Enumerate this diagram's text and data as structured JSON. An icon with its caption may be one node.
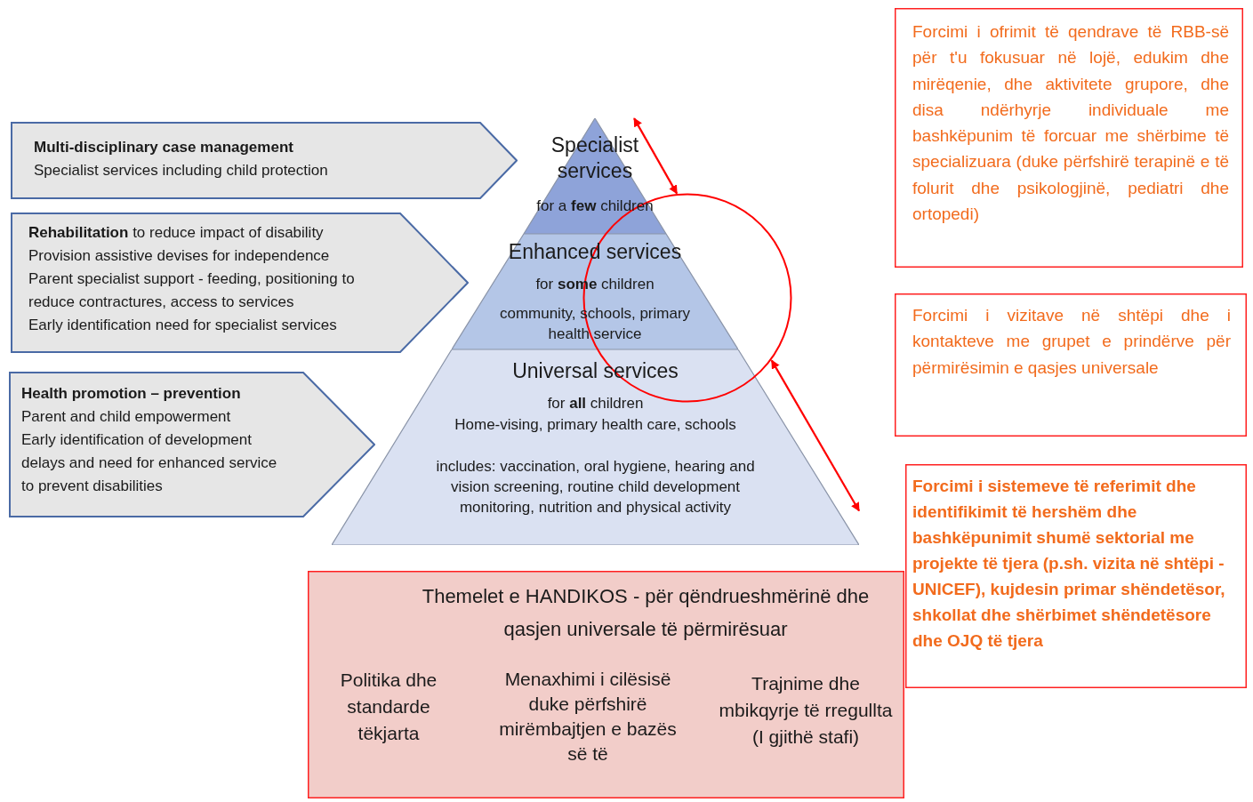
{
  "diagram": {
    "nodes": [
      {
        "text": [
          "Multi-disciplinary case management",
          "Specialist services including child protection"
        ]
      },
      {
        "text": [
          "**Rehabilitation** to reduce impact of disability",
          "Provision assistive devises for independence",
          "Parent specialist support - feeding, positioning to reduce contractures, access to services",
          "Early identification need for specialist services"
        ]
      },
      {
        "text": [
          "Health promotion – prevention",
          "Parent and child empowerment",
          "Early identification of development delays and need for enhanced service to prevent disabilities"
        ]
      },
      {
        "text": [
          "Specialist services",
          "for a **few** children"
        ]
      },
      {
        "text": [
          "Enhanced services",
          "for **some** children",
          "community, schools, primary health service"
        ]
      },
      {
        "text": [
          "Universal services",
          "for **all** children",
          "Home-vising, primary health care, schools",
          "includes: vaccination, oral hygiene, hearing and vision screening, routine child development monitoring, nutrition and physical activity"
        ]
      },
      {
        "text": [
          "Forcimi i ofrimit të qendrave të RBB-së për t'u fokusuar në lojë, edukim dhe mirëqenie, dhe aktivitete grupore, dhe disa ndërhyrje individuale me bashkëpunim të forcuar me shërbime të specializuara (duke përfshirë terapinë e të folurit dhe psikologjinë, pediatri dhe ortopedi)"
        ]
      },
      {
        "text": [
          "Forcimi i vizitave në shtëpi dhe i kontakteve me grupet e prindërve për përmirësimin e qasjes universale"
        ]
      },
      {
        "text": [
          "Forcimi i sistemeve të referimit dhe identifikimit të hershëm dhe bashkëpunimit shumë sektorial me projekte të tjera (p.sh. vizita në shtëpi - UNICEF), kujdesin primar shëndetësor, shkollat dhe shërbimet shëndetësore dhe OJQ të tjera"
        ]
      },
      {
        "text": [
          "Themelet e HANDIKOS - për qëndrueshmërinë dhe qasjen universale të përmirësuar",
          "Politika dhe standarde tëkjarta",
          "Menaxhimi i cilësisë duke përfshirë mirëmbajtjen e bazës së të",
          "Trajnime dhe mbikqyrje të rregullta (I gjithë stafi)"
        ]
      },
      {
        "text": [],
        "shape": "circle"
      }
    ],
    "edges": [
      {
        "from": 3,
        "to": 10,
        "arrow": "both",
        "color": "#ff0000"
      },
      {
        "from": 10,
        "to": 5,
        "arrow": "both",
        "color": "#ff0000"
      }
    ]
  }
}
